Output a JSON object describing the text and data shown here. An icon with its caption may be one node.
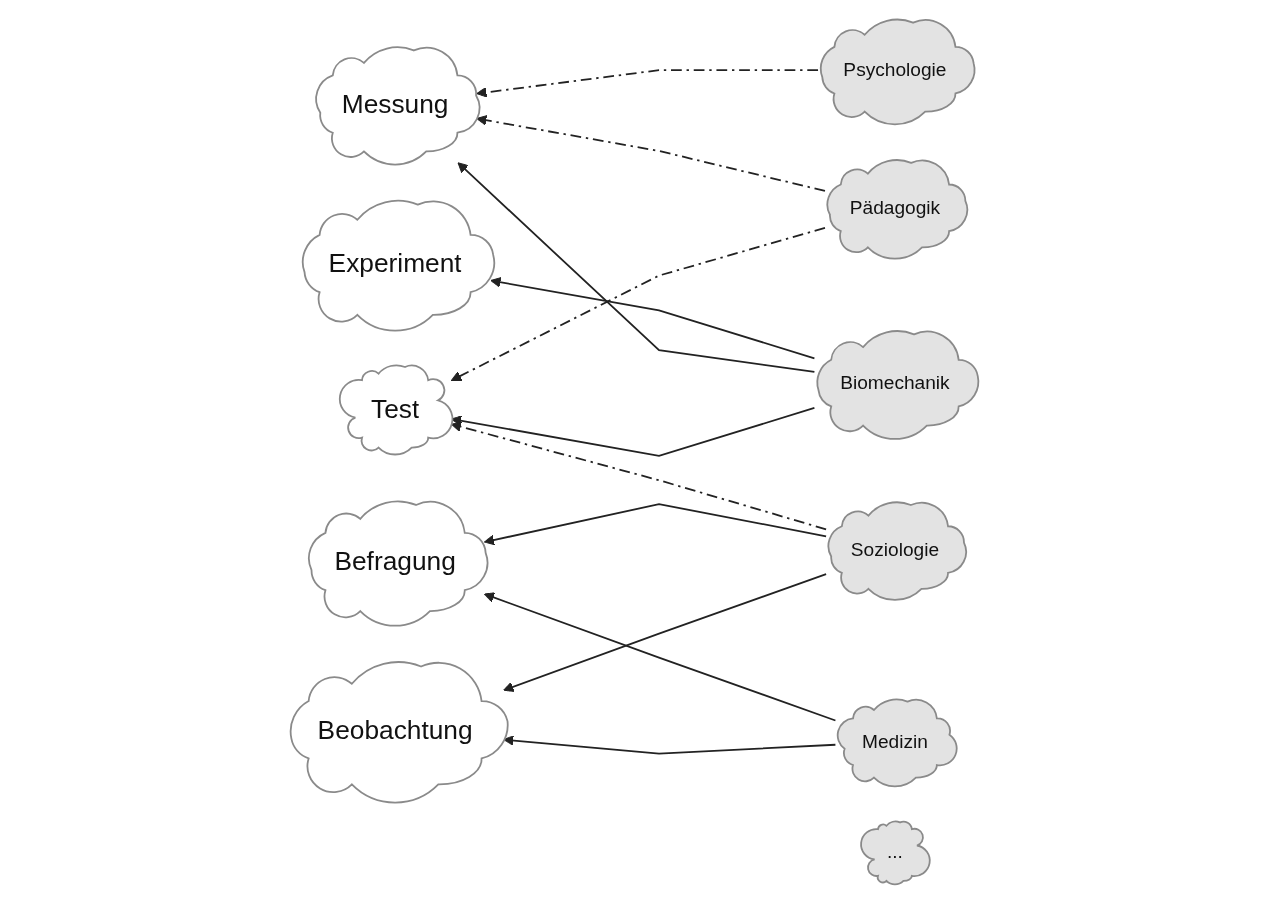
{
  "diagram": {
    "nodes": [
      {
        "text": [
          "Beobachtung"
        ]
      },
      {
        "text": [
          "Befragung"
        ]
      },
      {
        "text": [
          "Test"
        ]
      },
      {
        "text": [
          "Messung"
        ]
      },
      {
        "text": [
          "Experiment"
        ]
      },
      {
        "text": [
          "Biomechanik"
        ]
      },
      {
        "text": [
          "Medizin"
        ]
      },
      {
        "text": [
          "Soziologie"
        ]
      },
      {
        "text": [
          "Pädagogik"
        ]
      },
      {
        "text": [
          "Psychologie"
        ]
      },
      {
        "text": [
          "..."
        ]
      }
    ],
    "edges": [
      {
        "from": 5,
        "to": 2,
        "arrow": "to"
      },
      {
        "from": 5,
        "to": 3,
        "arrow": "to"
      },
      {
        "from": 5,
        "to": 4,
        "arrow": "to"
      },
      {
        "from": 6,
        "to": 0,
        "arrow": "to"
      },
      {
        "from": 6,
        "to": 1,
        "arrow": "to"
      },
      {
        "from": 7,
        "to": 0,
        "arrow": "to"
      },
      {
        "from": 7,
        "to": 1,
        "arrow": "to"
      },
      {
        "from": 7,
        "to": 2,
        "arrow": "to",
        "style": "dashed"
      },
      {
        "from": 8,
        "to": 2,
        "arrow": "to",
        "style": "dashed"
      },
      {
        "from": 8,
        "to": 3,
        "arrow": "to",
        "style": "dashed"
      },
      {
        "from": 9,
        "to": 3,
        "arrow": "to",
        "style": "dashed"
      }
    ]
  }
}
